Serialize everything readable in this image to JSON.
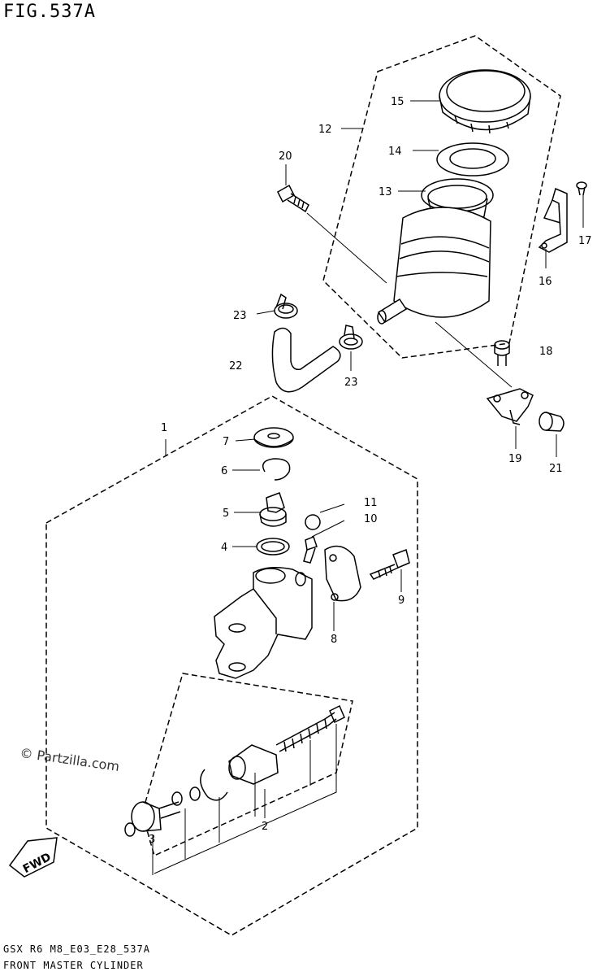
{
  "figure": {
    "title": "FIG.537A"
  },
  "watermark": "© Partzilla.com",
  "footer": {
    "code": "GSX R6 M8_E03_E28_537A",
    "name": "FRONT MASTER CYLINDER"
  },
  "direction_badge": "FWD",
  "callouts": {
    "c1": "1",
    "c2": "2",
    "c3": "3",
    "c4": "4",
    "c5": "5",
    "c6": "6",
    "c7": "7",
    "c8": "8",
    "c9": "9",
    "c10": "10",
    "c11": "11",
    "c12": "12",
    "c13": "13",
    "c14": "14",
    "c15": "15",
    "c16": "16",
    "c17": "17",
    "c18": "18",
    "c19": "19",
    "c20": "20",
    "c21": "21",
    "c22": "22",
    "c23a": "23",
    "c23b": "23"
  }
}
